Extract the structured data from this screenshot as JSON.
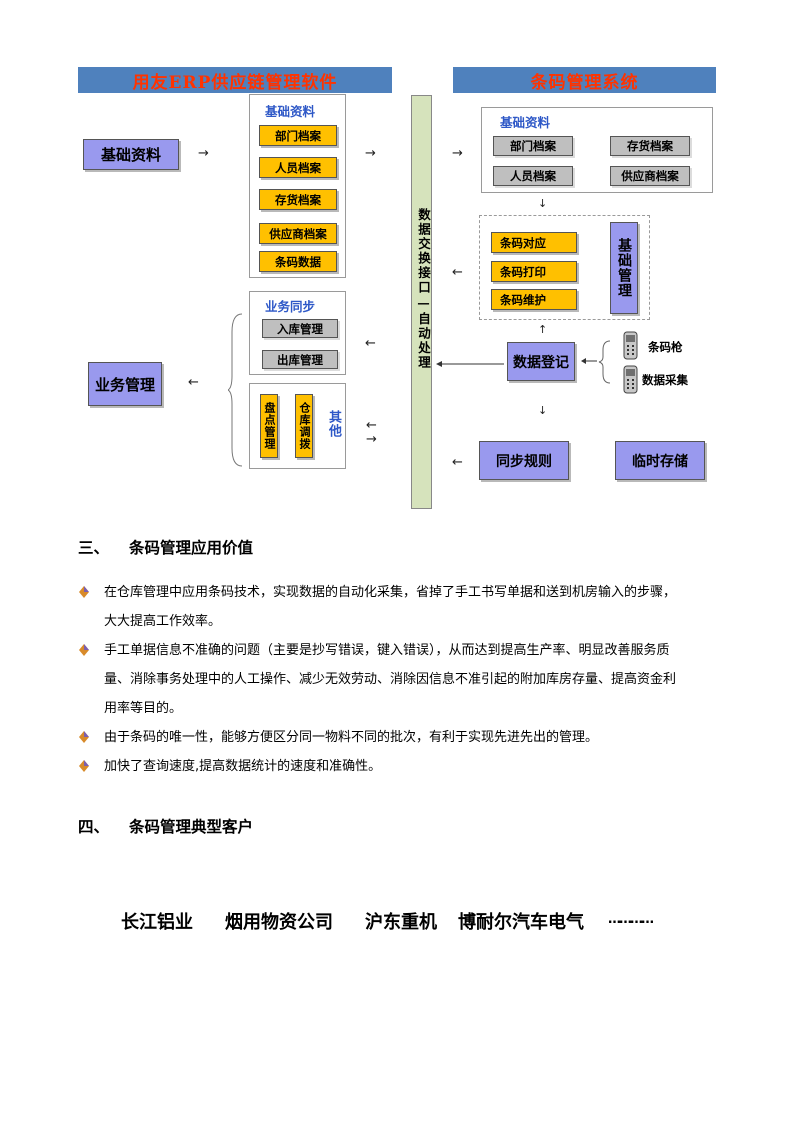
{
  "diagram": {
    "erp_banner": "用友ERP供应链管理软件",
    "barcode_banner": "条码管理系统",
    "left_basic_label": "基础资料",
    "left_business_label": "业务管理",
    "erp_basic": {
      "title": "基础资料",
      "items": [
        "部门档案",
        "人员档案",
        "存货档案",
        "供应商档案",
        "条码数据"
      ]
    },
    "erp_business": {
      "title": "业务同步",
      "items": [
        "入库管理",
        "出库管理"
      ]
    },
    "erp_other": {
      "items": [
        "盘点管理",
        "仓库调拨"
      ],
      "label": "其他"
    },
    "interface_label": "数据交换接口—自动处理",
    "barcode_basic": {
      "title": "基础资料",
      "items": [
        "部门档案",
        "存货档案",
        "人员档案",
        "供应商档案"
      ]
    },
    "barcode_ops": {
      "items": [
        "条码对应",
        "条码打印",
        "条码维护"
      ],
      "side_label": "基础管理"
    },
    "data_register": "数据登记",
    "scanner_label": "条码枪",
    "collector_label": "数据采集",
    "sync_rules": "同步规则",
    "temp_storage": "临时存储",
    "arrows": {
      "right": "→",
      "left": "←",
      "down": "↓",
      "up": "↑"
    }
  },
  "section3": {
    "number": "三、",
    "title": "条码管理应用价值",
    "bullets": [
      "在仓库管理中应用条码技术，实现数据的自动化采集，省掉了手工书写单据和送到机房输入的步骤，",
      "大大提高工作效率。",
      "手工单据信息不准确的问题（主要是抄写错误，键入错误），从而达到提高生产率、明显改善服务质",
      "量、消除事务处理中的人工操作、减少无效劳动、消除因信息不准引起的附加库房存量、提高资金利",
      "用率等目的。",
      "由于条码的唯一性，能够方便区分同一物料不同的批次，有利于实现先进先出的管理。",
      "加快了查询速度,提高数据统计的速度和准确性。"
    ]
  },
  "section4": {
    "number": "四、",
    "title": "条码管理典型客户",
    "customers": [
      "长江铝业",
      "烟用物资公司",
      "沪东重机",
      "博耐尔汽车电气",
      "…………"
    ]
  },
  "colors": {
    "banner_bg": "#4f81bd",
    "banner_text": "#ff3300",
    "orange_box": "#ffc000",
    "purple_box": "#9999ee",
    "gray_box": "#bfbfbf",
    "interface_bar": "#d6e3bc"
  }
}
